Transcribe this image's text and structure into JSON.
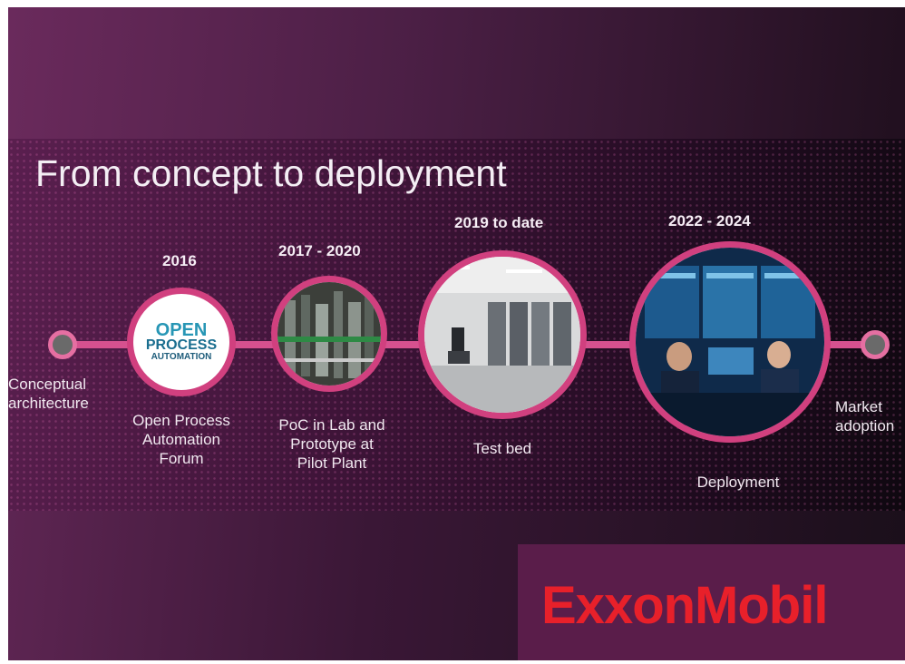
{
  "slide": {
    "title": "From concept to deployment",
    "milestones": [
      {
        "year": "",
        "label_lines": [
          "Conceptual",
          "architecture"
        ]
      },
      {
        "year": "2016",
        "label_lines": [
          "Open Process",
          "Automation",
          "Forum"
        ]
      },
      {
        "year": "2017 - 2020",
        "label_lines": [
          "PoC in Lab and",
          "Prototype at",
          "Pilot Plant"
        ]
      },
      {
        "year": "2019 to date",
        "label_lines": [
          "Test bed"
        ]
      },
      {
        "year": "2022 - 2024",
        "label_lines": [
          "Deployment"
        ]
      },
      {
        "year": "",
        "label_lines": [
          "Market",
          "adoption"
        ]
      }
    ],
    "opa_logo": {
      "line1": "OPEN",
      "line2": "PROCESS",
      "line3": "AUTOMATION"
    },
    "brand": "ExxonMobil"
  },
  "colors": {
    "accent": "#d1407f",
    "brand_red": "#e8202a",
    "background": "#4a1a44"
  },
  "icons": [
    "circle-node-icon",
    "open-process-automation-logo",
    "exxonmobil-logo"
  ]
}
